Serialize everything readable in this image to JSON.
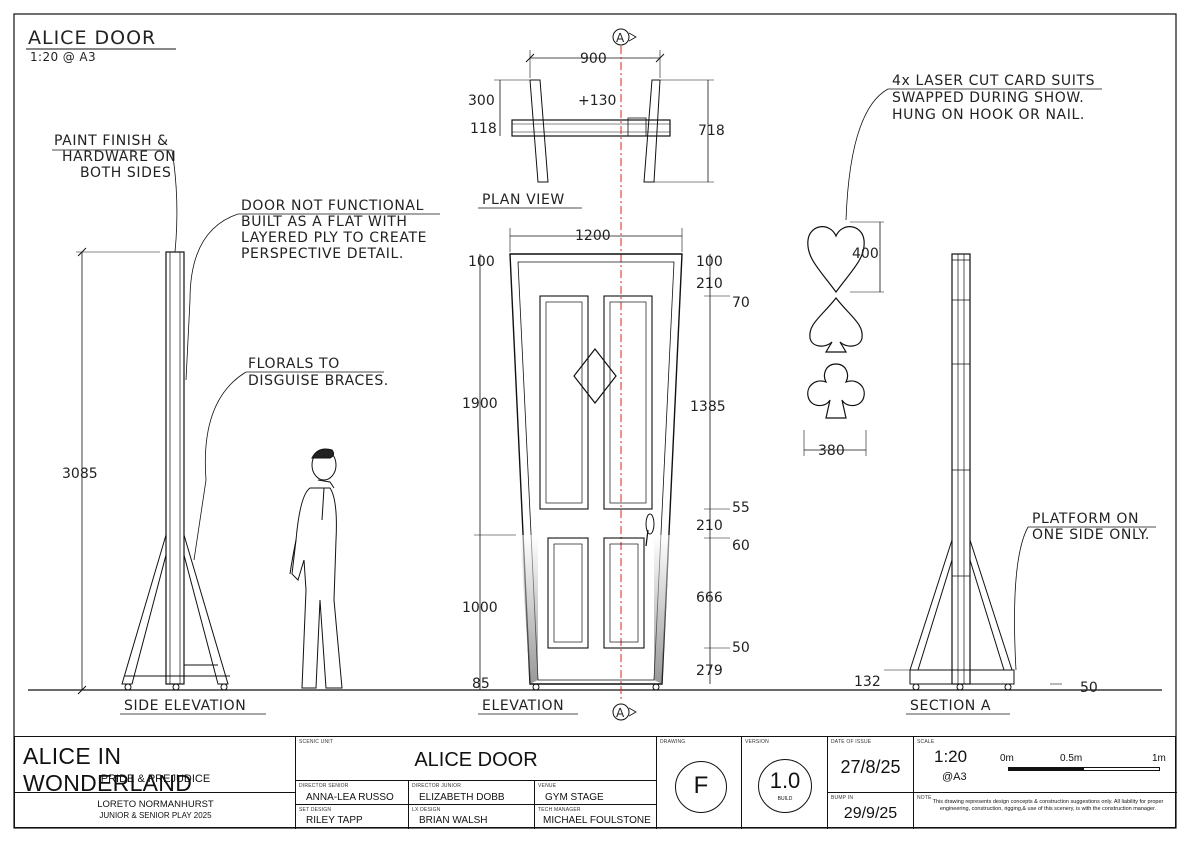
{
  "drawing": {
    "title": "ALICE DOOR",
    "scale_note": "1:20 @ A3",
    "grid_ref": "A"
  },
  "views": {
    "side_elevation": "SIDE ELEVATION",
    "plan_view": "PLAN VIEW",
    "elevation": "ELEVATION",
    "section_a": "SECTION A"
  },
  "notes": {
    "paint": [
      "PAINT FINISH &",
      "HARDWARE ON",
      "BOTH SIDES"
    ],
    "door": [
      "DOOR NOT FUNCTIONAL",
      "BUILT AS A FLAT WITH",
      "LAYERED PLY TO CREATE",
      "PERSPECTIVE DETAIL."
    ],
    "florals": [
      "FLORALS TO",
      "DISGUISE BRACES."
    ],
    "suits": [
      "4x LASER CUT CARD SUITS",
      "SWAPPED DURING SHOW.",
      "HUNG ON HOOK OR NAIL."
    ],
    "platform": [
      "PLATFORM ON",
      "ONE SIDE ONLY."
    ]
  },
  "dimensions": {
    "side_height": "3085",
    "plan_width": "900",
    "plan_depth_a": "300",
    "plan_offset": "+130",
    "plan_depth_b": "118",
    "plan_total": "718",
    "elev_width": "1200",
    "elev_left_margin": "100",
    "elev_right_margin": "100",
    "elev_rail_top": "210",
    "elev_rail_gap": "70",
    "elev_upper": "1900",
    "elev_upper_panel": "1385",
    "elev_mid_a": "55",
    "elev_mid_b": "210",
    "elev_mid_c": "60",
    "elev_lower": "1000",
    "elev_lower_panel": "666",
    "elev_lower_gap": "50",
    "elev_bottom_rail": "279",
    "elev_floor": "85",
    "suit_height": "400",
    "suit_width": "380",
    "section_platform": "132",
    "section_base": "50"
  },
  "title_block": {
    "show": "ALICE IN WONDERLAND",
    "subtitle": "PRIDE & PREJUDICE",
    "school": "LORETO NORMANHURST",
    "production": "JUNIOR & SENIOR PLAY 2025",
    "scenic_unit_label": "SCENIC UNIT",
    "scenic_unit": "ALICE DOOR",
    "director_senior_label": "DIRECTOR SENIOR",
    "director_senior": "ANNA-LEA RUSSO",
    "director_junior_label": "DIRECTOR JUNIOR",
    "director_junior": "ELIZABETH DOBB",
    "venue_label": "VENUE",
    "venue": "GYM STAGE",
    "set_design_label": "SET DESIGN",
    "set_design": "RILEY TAPP",
    "lx_design_label": "LX DESIGN",
    "lx_design": "BRIAN WALSH",
    "tech_manager_label": "TECH MANAGER",
    "tech_manager": "MICHAEL FOULSTONE",
    "drawing_label": "DRAWING",
    "drawing": "F",
    "version_label": "VERSION",
    "version": "1.0",
    "build_label": "BUILD",
    "date_label": "DATE OF ISSUE",
    "date": "27/8/25",
    "bump_label": "BUMP IN",
    "bump": "29/9/25",
    "scale_label": "SCALE",
    "scale": "1:20",
    "scale_paper": "@A3",
    "scale_ticks": [
      "0m",
      "0.5m",
      "1m"
    ],
    "note_label": "NOTE",
    "note": "This drawing represents design concepts & construction suggestions only. All liability for proper engineering, construction, rigging,& use of this scenery, is with the construction manager."
  }
}
